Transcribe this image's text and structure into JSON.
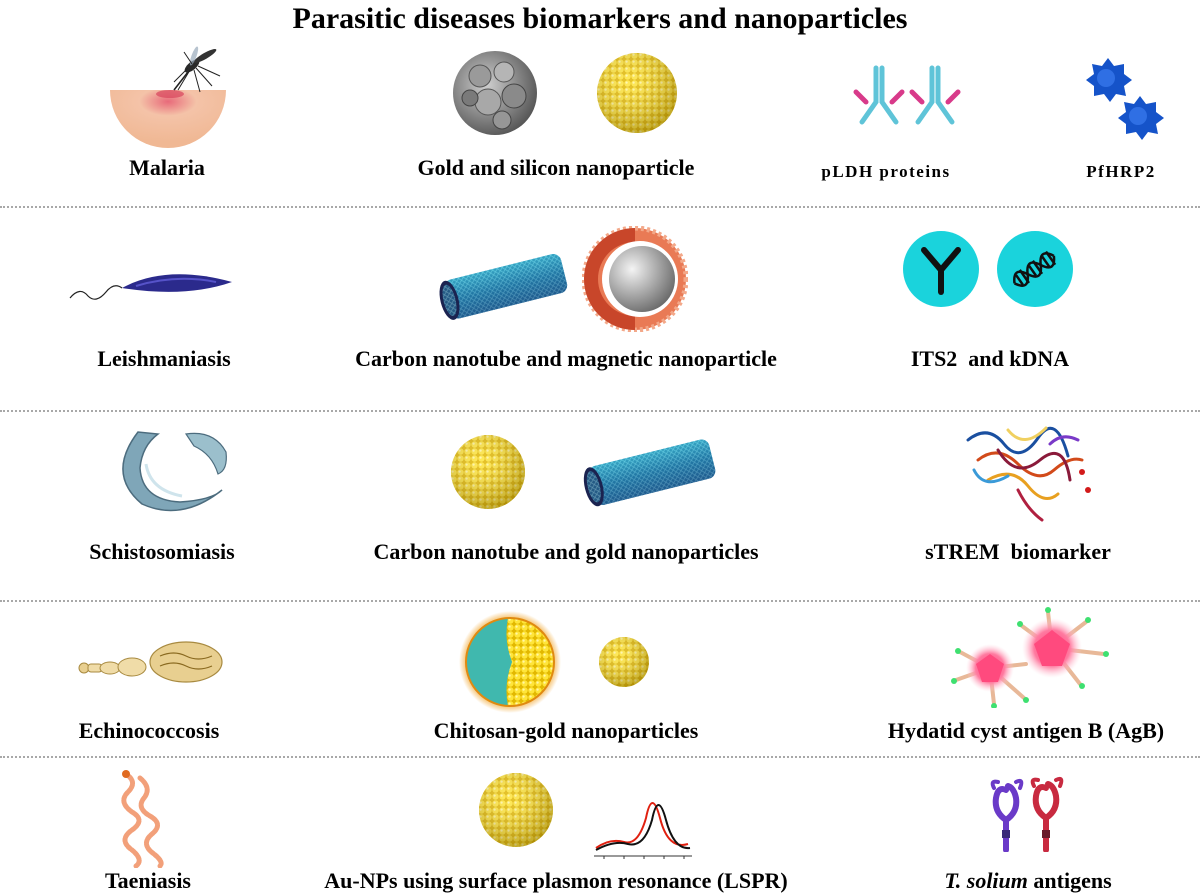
{
  "title": "Parasitic diseases biomarkers and nanoparticles",
  "rows": [
    {
      "disease": "Malaria",
      "nanoparticle": "Gold and silicon nanoparticle",
      "biomarkers": [
        "pLDH proteins",
        "PfHRP2"
      ]
    },
    {
      "disease": "Leishmaniasis",
      "nanoparticle": "Carbon nanotube and magnetic nanoparticle",
      "biomarker": "ITS2  and kDNA"
    },
    {
      "disease": "Schistosomiasis",
      "nanoparticle": "Carbon nanotube and gold nanoparticles",
      "biomarker": "sTREM  biomarker"
    },
    {
      "disease": "Echinococcosis",
      "nanoparticle": "Chitosan-gold nanoparticles",
      "biomarker": "Hydatid cyst antigen B (AgB)"
    },
    {
      "disease": "Taeniasis",
      "nanoparticle": "Au-NPs using surface plasmon resonance (LSPR)",
      "biomarker_italic": "T. solium",
      "biomarker_rest": " antigens"
    }
  ],
  "colors": {
    "gold": "#f2d21a",
    "gold_dark": "#b89a00",
    "skin": "#f2c6a6",
    "cyan": "#1ad3dc",
    "blue_particle": "#1553c9",
    "nanotube": "#1f8bb8",
    "divider": "#a8a8a8"
  }
}
